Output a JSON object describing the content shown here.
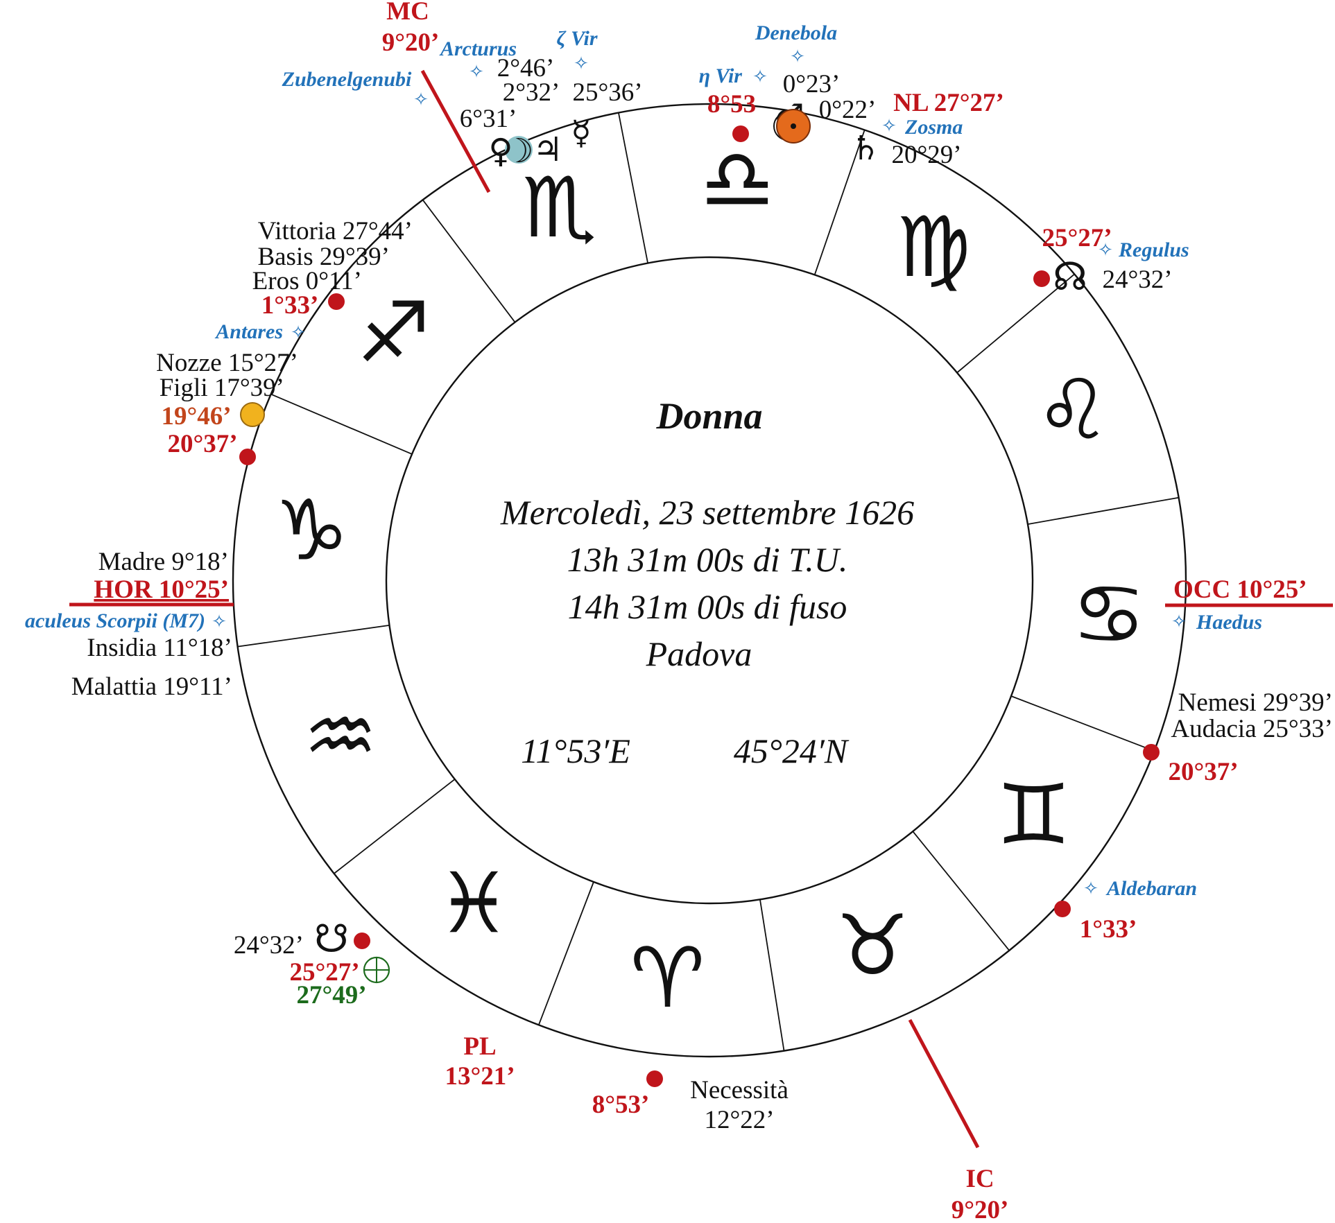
{
  "title": "Donna",
  "info": {
    "date": "Mercoledì, 23 settembre 1626",
    "ut": "13h 31m 00s di T.U.",
    "zone": "14h 31m 00s di fuso",
    "place": "Padova",
    "lon": "11°53′E",
    "lat": "45°24′N"
  },
  "colors": {
    "red": "#c0151b",
    "star_blue": "#2272b9",
    "green": "#1c6b1c",
    "orange": "#c2451b"
  },
  "signs": [
    {
      "name": "Libra",
      "glyph": "♎"
    },
    {
      "name": "Virgo",
      "glyph": "♍"
    },
    {
      "name": "Leo",
      "glyph": "♌"
    },
    {
      "name": "Cancer",
      "glyph": "♋"
    },
    {
      "name": "Gemini",
      "glyph": "♊"
    },
    {
      "name": "Taurus",
      "glyph": "♉"
    },
    {
      "name": "Aries",
      "glyph": "♈"
    },
    {
      "name": "Pisces",
      "glyph": "♓"
    },
    {
      "name": "Aquarius",
      "glyph": "♒"
    },
    {
      "name": "Capricorn",
      "glyph": "♑"
    },
    {
      "name": "Sagittarius",
      "glyph": "♐"
    },
    {
      "name": "Scorpio",
      "glyph": "♏"
    }
  ],
  "angles": {
    "mc": {
      "label": "MC",
      "value": "9°20’"
    },
    "ic": {
      "label": "IC",
      "value": "9°20’"
    },
    "hor": {
      "label": "HOR 10°25’"
    },
    "occ": {
      "label": "OCC 10°25’"
    }
  },
  "planets": {
    "sun": {
      "glyph": "☉",
      "value": "0°22’"
    },
    "mars": {
      "glyph": "♂",
      "value": "0°23’"
    },
    "saturn": {
      "glyph": "♄",
      "value": "20°29’"
    },
    "mercury": {
      "glyph": "☿",
      "value": "25°36’"
    },
    "jupiter": {
      "glyph": "♃",
      "value": "2°32’"
    },
    "moon": {
      "glyph": "☽",
      "value": "2°46’"
    },
    "venus": {
      "glyph": "♀",
      "value": "6°31’"
    },
    "north_node": {
      "glyph": "☊",
      "value": "24°32’"
    },
    "south_node": {
      "glyph": "☋",
      "value": "24°32’"
    },
    "fortune": {
      "glyph": "⊕"
    }
  },
  "stars": {
    "arcturus": "Arcturus",
    "zeta_vir": "ζ Vir",
    "zubenelgenubi": "Zubenelgenubi",
    "denebola": "Denebola",
    "eta_vir": "η Vir",
    "zosma": "Zosma",
    "regulus": "Regulus",
    "antares": "Antares",
    "aculeus": "aculeus Scorpii (M7)",
    "haedus": "Haedus",
    "aldebaran": "Aldebaran"
  },
  "star_glyph": "✧",
  "lots": {
    "vittoria": "Vittoria 27°44’",
    "basis": "Basis 29°39’",
    "eros": "Eros 0°11’",
    "nozze": "Nozze 15°27’",
    "figli": "Figli 17°39’",
    "madre": "Madre 9°18’",
    "insidia": "Insidia 11°18’",
    "malattia": "Malattia 19°11’",
    "nemesi": "Nemesi 29°39’",
    "audacia": "Audacia 25°33’",
    "necessita": "Necessità",
    "necessita_value": "12°22’"
  },
  "red_values": {
    "mars_8_53": "8°53",
    "nl": "NL 27°27’",
    "regulus_side": "25°27’",
    "scorpio_cusp": "1°33’",
    "sag_orange": "19°46’",
    "sag_red": "20°37’",
    "gemini_red": "20°37’",
    "taurus_red": "1°33’",
    "pisces_red": "25°27’",
    "fortune_green": "27°49’",
    "pl": "PL",
    "pl_value": "13°21’",
    "aries_red": "8°53’"
  }
}
